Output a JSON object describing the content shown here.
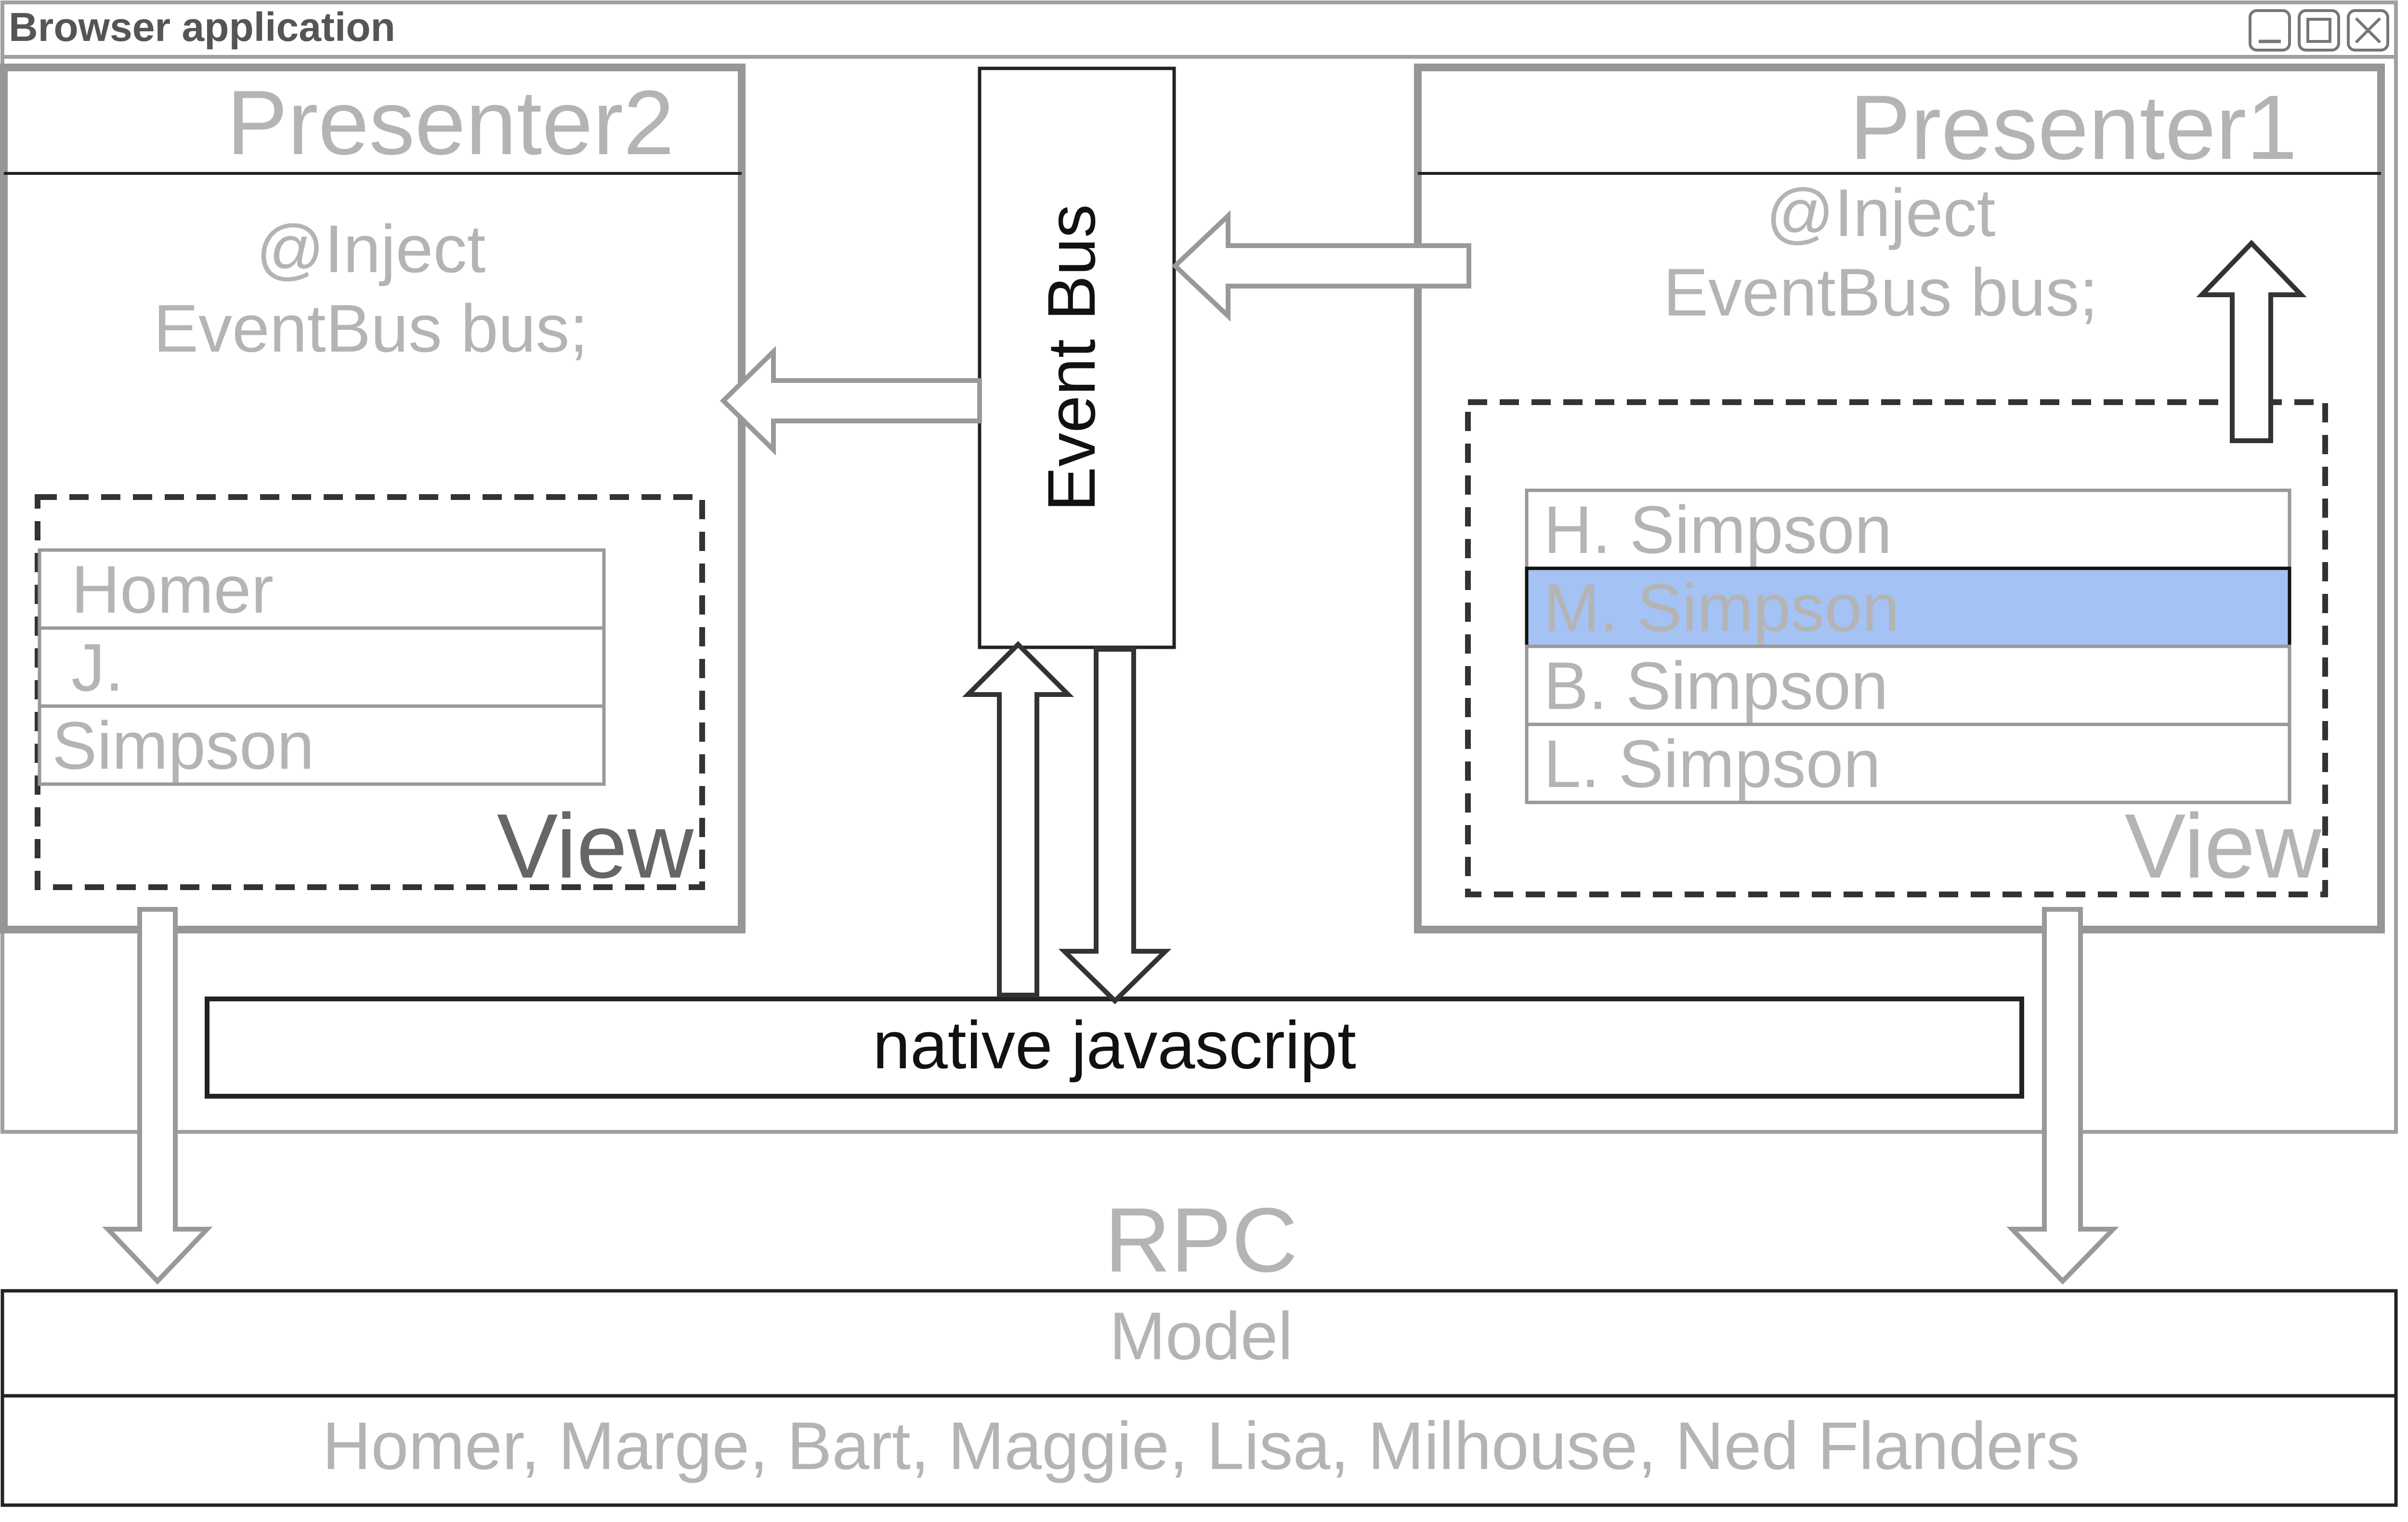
{
  "window": {
    "title": "Browser application",
    "controls": [
      "minimize-icon",
      "maximize-icon",
      "close-icon"
    ]
  },
  "presenter2": {
    "title": "Presenter2",
    "inject_line1": "@Inject",
    "inject_line2": "EventBus bus;",
    "view_label": "View",
    "fields": [
      "Homer",
      "J.",
      "Simpson"
    ]
  },
  "presenter1": {
    "title": "Presenter1",
    "inject_line1": "@Inject",
    "inject_line2": "EventBus bus;",
    "view_label": "View",
    "list_items": [
      "H. Simpson",
      "M. Simpson",
      "B. Simpson",
      "L. Simpson"
    ],
    "selected_index": 1
  },
  "event_bus": {
    "label": "Event Bus"
  },
  "native_js": {
    "label": "native javascript"
  },
  "rpc": {
    "label": "RPC"
  },
  "model": {
    "title": "Model",
    "content": "Homer, Marge, Bart, Maggie, Lisa, Milhouse, Ned Flanders"
  },
  "colors": {
    "gray_text": "#b4b4b4",
    "dark_gray_text": "#666666",
    "frame_gray": "#969696",
    "line_dark": "#333333",
    "selection_blue": "#a4c2f4"
  }
}
